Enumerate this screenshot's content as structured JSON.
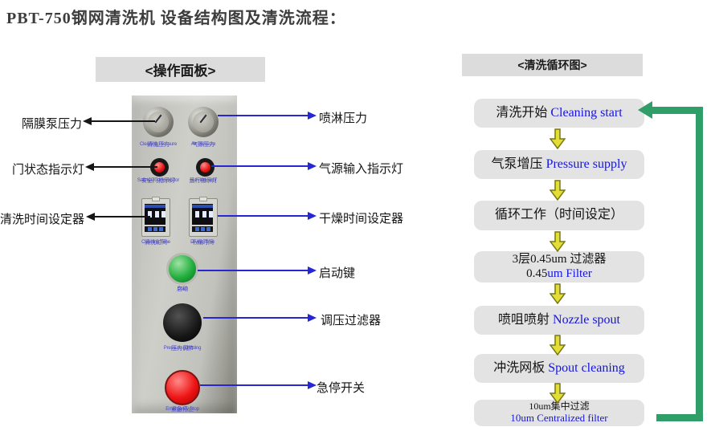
{
  "title": "PBT-750钢网清洗机 设备结构图及清洗流程：",
  "panel": {
    "header": "<操作面板>",
    "left_callouts": [
      "隔膜泵压力",
      "门状态指示灯",
      "清洗时间设定器"
    ],
    "right_callouts": [
      "喷淋压力",
      "气源输入指示灯",
      "干燥时间设定器",
      "启动键",
      "调压过滤器",
      "急停开关"
    ],
    "controls": {
      "gauge_left": {
        "cn": "清洗压力",
        "en": "Cleaning Pressure"
      },
      "gauge_right": {
        "cn": "气源压力",
        "en": "Air Pressure"
      },
      "light_left": {
        "cn": "安全门指示灯",
        "en": "Safety Door Indicator"
      },
      "light_right": {
        "cn": "运行指示灯",
        "en": "Run Indicator"
      },
      "timer_left": {
        "cn": "清洗时间",
        "en": "Cleaning Time"
      },
      "timer_right": {
        "cn": "干燥时间",
        "en": "Drying Time"
      },
      "start_button": {
        "cn": "启动",
        "en": "Start"
      },
      "pressure_knob": {
        "cn": "压力调节",
        "en": "Pressure Adjusting"
      },
      "emergency_stop": {
        "cn": "紧急停止",
        "en": "Emergency Stop"
      }
    }
  },
  "flow": {
    "header": "<清洗循环图>",
    "steps": [
      {
        "cn": "清洗开始",
        "en": "Cleaning start"
      },
      {
        "cn": "气泵增压",
        "en": "Pressure supply"
      },
      {
        "cn": "循环工作（时间设定）",
        "en": ""
      },
      {
        "cn_line1": "3层0.45um 过滤器",
        "en_black": "0.45",
        "en_blue": "um Filter"
      },
      {
        "cn": "喷咀喷射",
        "en": "Nozzle spout"
      },
      {
        "cn": "冲洗网板",
        "en": "Spout cleaning"
      },
      {
        "cn_line1": "10um集中过滤",
        "en_line2": "10um Centralized filter"
      }
    ]
  },
  "colors": {
    "callout_blue": "#2626d2",
    "flow_english_blue": "#1515dd",
    "loop_arrow_green": "#2f9e68",
    "step_arrow_yellow": "#e3de33",
    "box_gray": "#e3e3e3",
    "header_gray": "#dcdcdc"
  }
}
